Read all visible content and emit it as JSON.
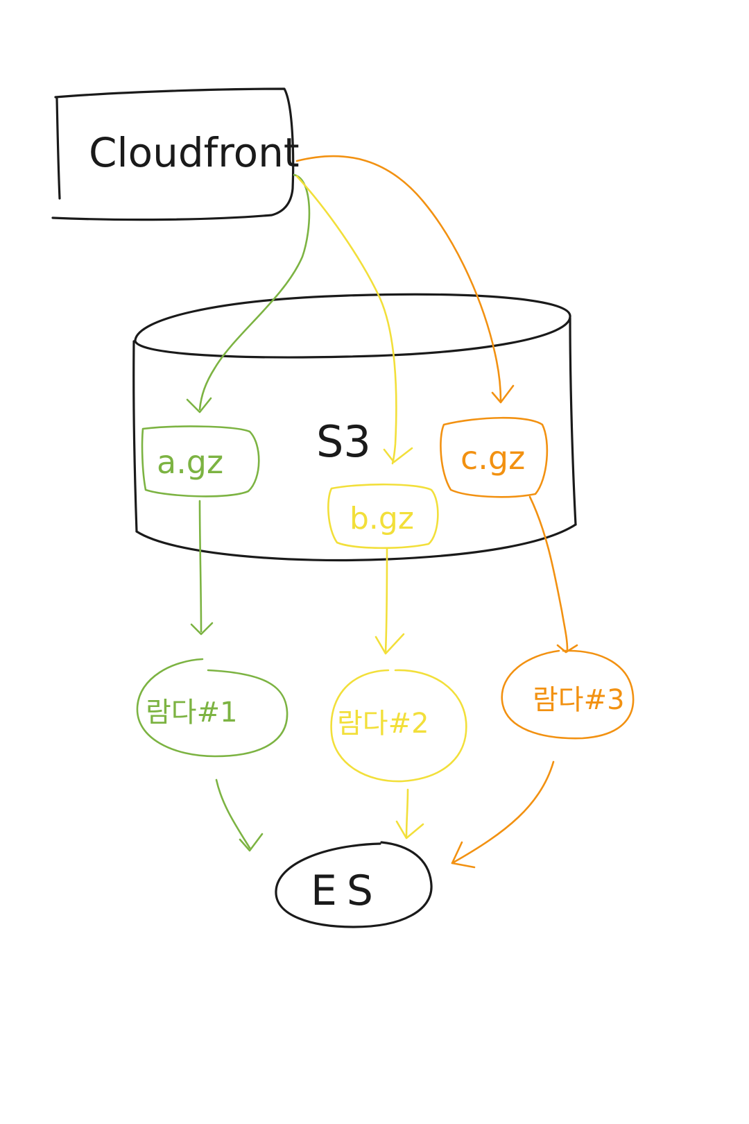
{
  "colors": {
    "ink": "#1a1a1a",
    "green": "#7cb342",
    "yellow": "#f2df3a",
    "orange": "#f29111",
    "background": "#ffffff"
  },
  "nodes": {
    "cloudfront": "Cloudfront",
    "s3": "S3",
    "file_a": "a.gz",
    "file_b": "b.gz",
    "file_c": "c.gz",
    "lambda_1": "람다#1",
    "lambda_2": "람다#2",
    "lambda_3": "람다#3",
    "es": "ES"
  }
}
